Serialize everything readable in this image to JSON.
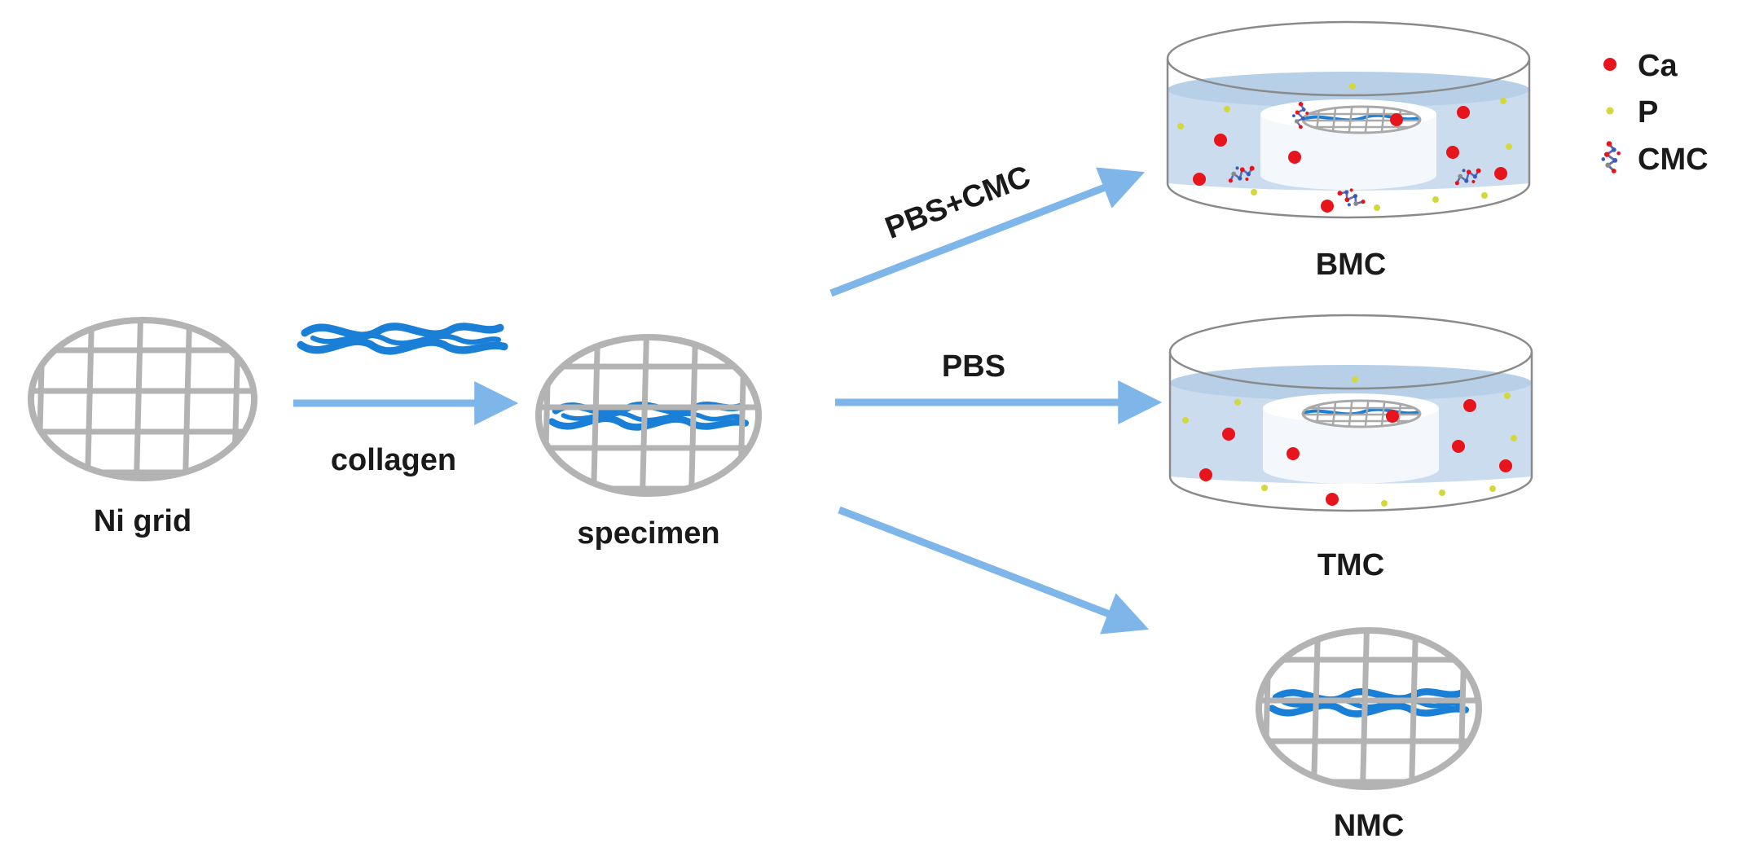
{
  "labels": {
    "ni_grid": "Ni grid",
    "collagen": "collagen",
    "specimen": "specimen",
    "pbs_cmc": "PBS+CMC",
    "pbs": "PBS",
    "bmc": "BMC",
    "tmc": "TMC",
    "nmc": "NMC"
  },
  "legend": {
    "ca": "Ca",
    "p": "P",
    "cmc": "CMC"
  },
  "colors": {
    "grid": "#b3b3b3",
    "collagen": "#1a7fd6",
    "arrow": "#7fb6ea",
    "solution": "#c4d8ec",
    "calcium": "#e8141c",
    "phosphate": "#d4d83a",
    "dish_outline": "#8a8a8a"
  }
}
